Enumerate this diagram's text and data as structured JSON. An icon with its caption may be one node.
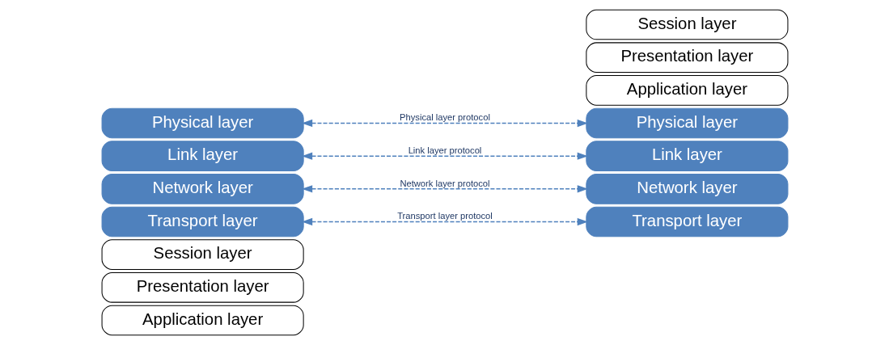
{
  "diagram": {
    "nodes": [
      {
        "text": [
          "Application layer"
        ]
      },
      {
        "text": [
          "Presentation layer"
        ]
      },
      {
        "text": [
          "Session layer"
        ]
      },
      {
        "text": [
          "Transport layer"
        ]
      },
      {
        "text": [
          "Network layer"
        ]
      },
      {
        "text": [
          "Link layer"
        ]
      },
      {
        "text": [
          "Physical layer"
        ]
      },
      {
        "text": [
          "Application layer"
        ]
      },
      {
        "text": [
          "Presentation layer"
        ]
      },
      {
        "text": [
          "Session layer"
        ]
      },
      {
        "text": [
          "Transport layer"
        ]
      },
      {
        "text": [
          "Network layer"
        ]
      },
      {
        "text": [
          "Link layer"
        ]
      },
      {
        "text": [
          "Physical layer"
        ]
      }
    ],
    "edges": [
      {
        "from": 3,
        "to": 10,
        "arrow": "both",
        "style": "dashed",
        "label": "Transport layer protocol"
      },
      {
        "from": 4,
        "to": 11,
        "arrow": "both",
        "style": "dashed",
        "label": "Network layer protocol"
      },
      {
        "from": 5,
        "to": 12,
        "arrow": "both",
        "style": "dashed",
        "label": "Link layer protocol"
      },
      {
        "from": 6,
        "to": 13,
        "arrow": "both",
        "style": "dashed",
        "label": "Physical layer protocol"
      }
    ]
  }
}
